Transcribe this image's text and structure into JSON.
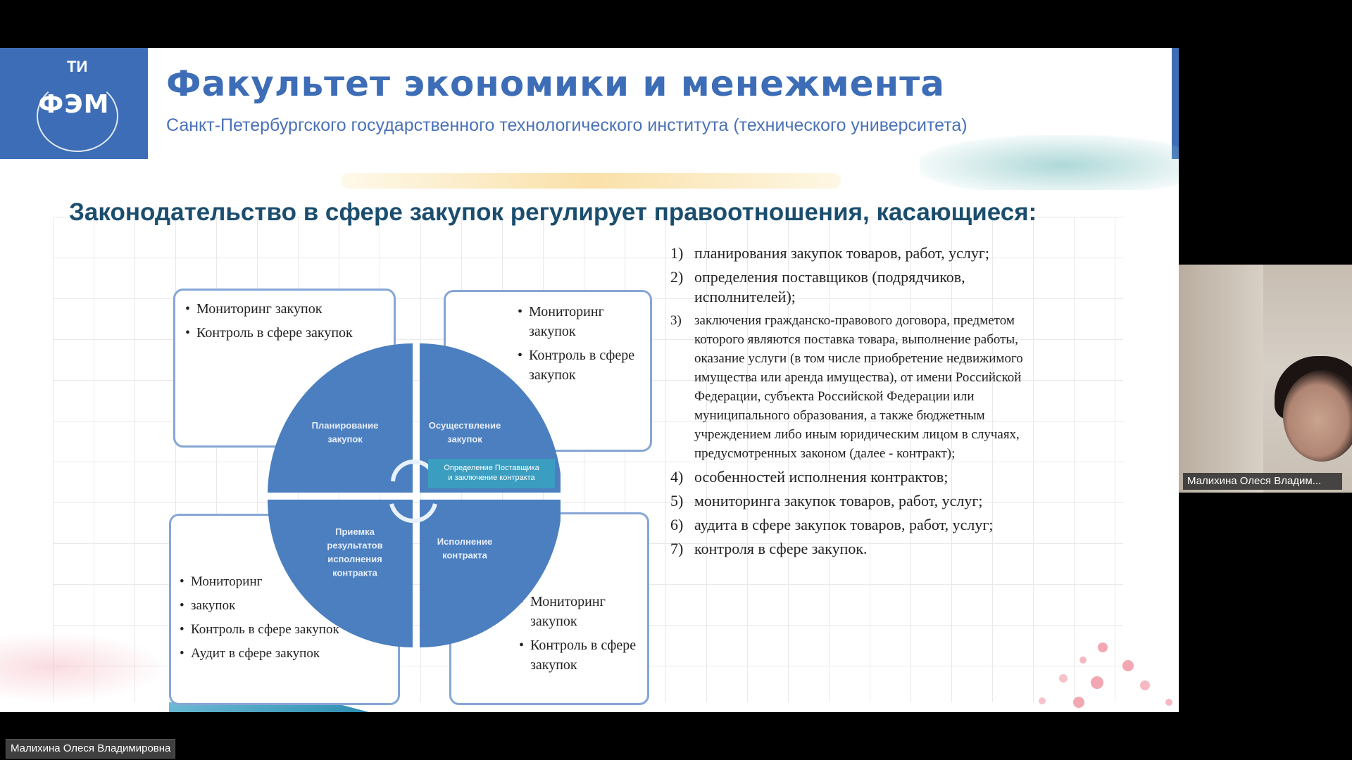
{
  "logo": {
    "text": "ФЭМ",
    "symbol": "ТИ"
  },
  "header": {
    "title": "Факультет экономики и менежмента",
    "subtitle": "Санкт-Петербургского государственного технологического института (технического университета)"
  },
  "slide": {
    "heading": "Законодательство в сфере закупок регулирует правоотношения, касающиеся:"
  },
  "diagram": {
    "boxes": {
      "top_left": [
        "Мониторинг закупок",
        "Контроль в сфере закупок"
      ],
      "top_right": [
        "Мониторинг закупок",
        "Контроль в сфере закупок"
      ],
      "bottom_left": [
        "Мониторинг",
        "закупок",
        "Контроль в сфере закупок",
        "Аудит в сфере закупок"
      ],
      "bottom_right": [
        "Мониторинг закупок",
        "Контроль в сфере закупок"
      ]
    },
    "segments": {
      "top_left": [
        "Планирование",
        "закупок"
      ],
      "top_right": [
        "Осуществление",
        "закупок"
      ],
      "bottom_left": [
        "Приемка",
        "результатов",
        "исполнения",
        "контракта"
      ],
      "bottom_right": [
        "Исполнение",
        "контракта"
      ]
    },
    "inner_label": [
      "Определение Поставщика",
      "и заключение контракта"
    ],
    "colors": {
      "segment": "#4b7fc0",
      "border": "#86a6d4",
      "inner": "#3b9ec0"
    }
  },
  "law_items": [
    {
      "num": "1)",
      "text": "планирования закупок товаров, работ, услуг;"
    },
    {
      "num": "2)",
      "text": "определения поставщиков (подрядчиков, исполнителей);"
    },
    {
      "num": "3)",
      "text": "заключения гражданско-правового договора, предметом которого являются поставка товара, выполнение работы, оказание услуги (в том числе приобретение недвижимого имущества или аренда имущества), от имени Российской Федерации, субъекта Российской Федерации или муниципального образования, а также бюджетным учреждением либо иным юридическим лицом в случаях, предусмотренных законом (далее - контракт);"
    },
    {
      "num": "4)",
      "text": "особенностей исполнения контрактов;"
    },
    {
      "num": "5)",
      "text": "мониторинга закупок товаров, работ, услуг;"
    },
    {
      "num": "6)",
      "text": "аудита в сфере закупок товаров, работ, услуг;"
    },
    {
      "num": "7)",
      "text": "контроля в сфере закупок."
    }
  ],
  "participants": {
    "webcam_name": "Малихина Олеся Владим...",
    "presenter_name": "Малихина Олеся Владимировна"
  },
  "theme": {
    "brand_blue": "#3d6db6",
    "heading_color": "#1b4e6e"
  }
}
